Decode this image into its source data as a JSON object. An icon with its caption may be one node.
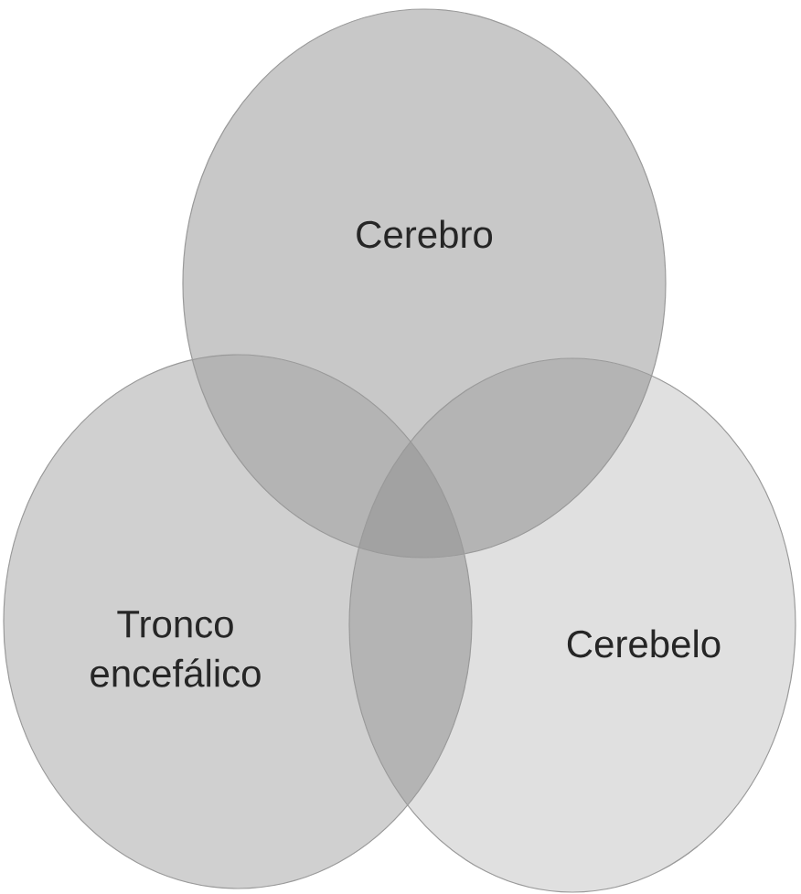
{
  "diagram": {
    "nodes": [
      {
        "text": [
          "Cerebro"
        ]
      },
      {
        "text": [
          "Tronco encefálico"
        ]
      },
      {
        "text": [
          "Cerebelo"
        ]
      }
    ]
  }
}
